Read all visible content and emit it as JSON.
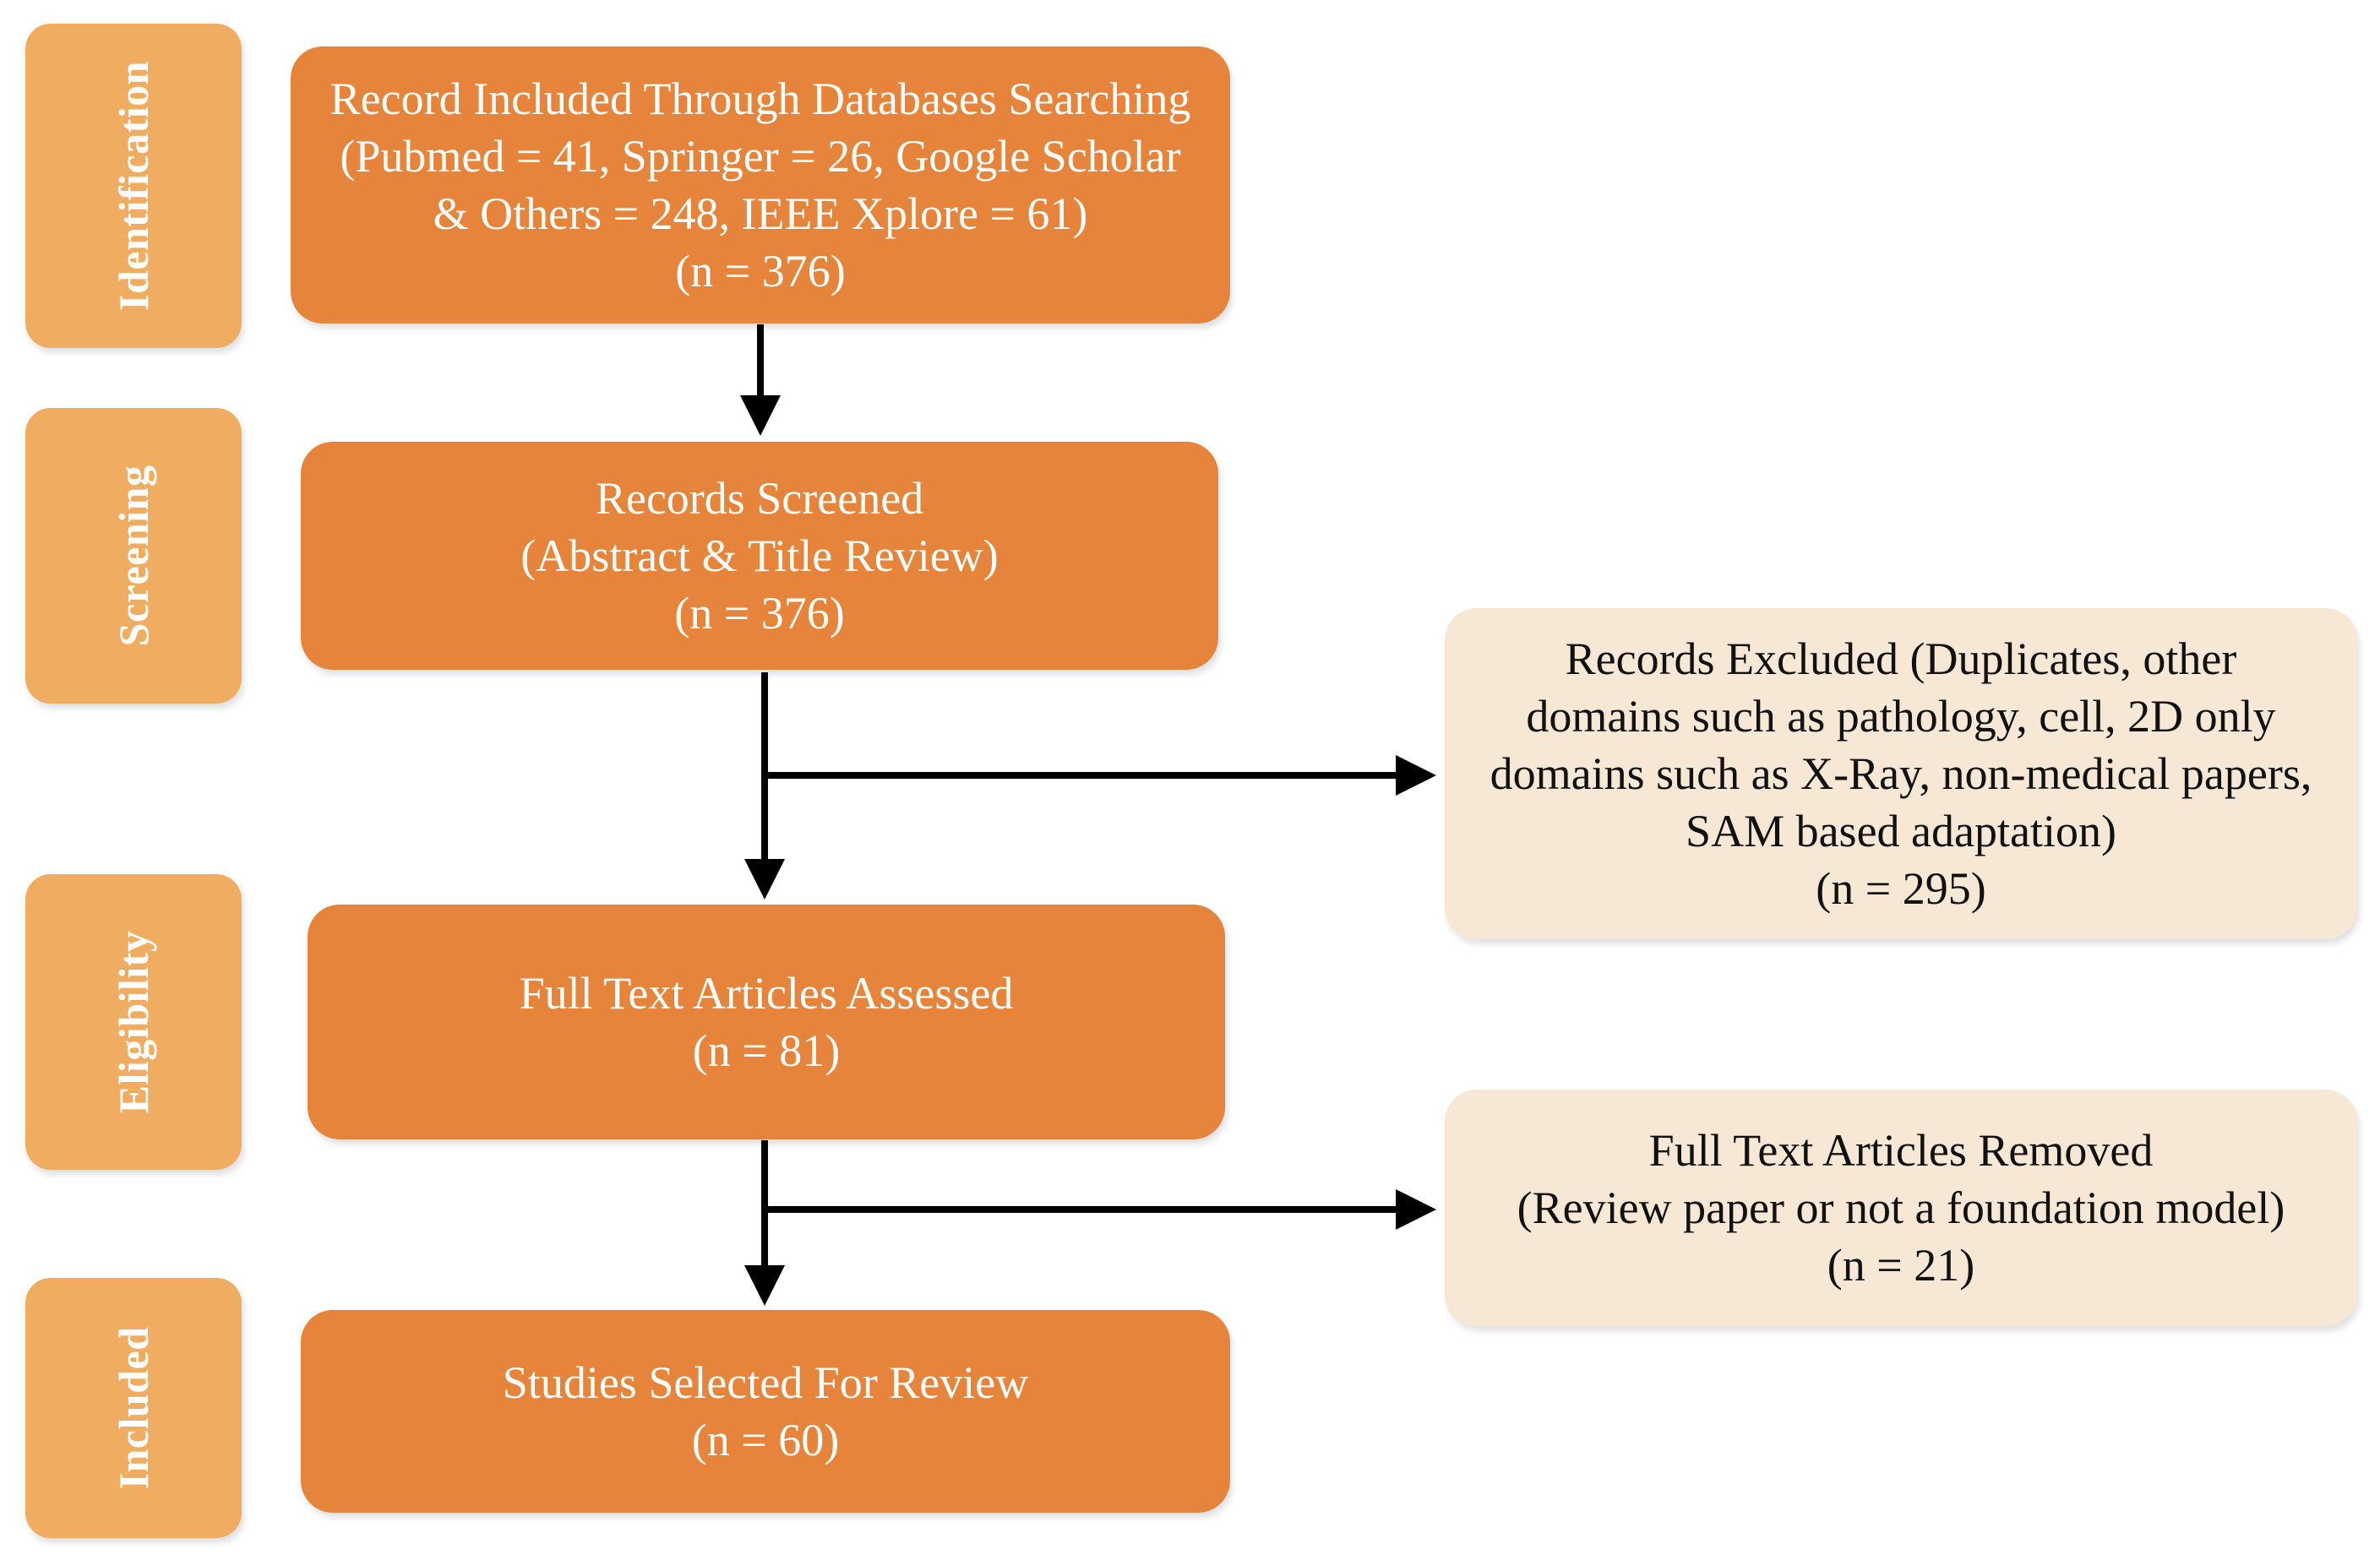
{
  "stages": [
    {
      "key": "identification",
      "label": "Identification"
    },
    {
      "key": "screening",
      "label": "Screening"
    },
    {
      "key": "eligibility",
      "label": "Eligibility"
    },
    {
      "key": "included",
      "label": "Included"
    }
  ],
  "boxes": {
    "identification": {
      "lines": [
        "Record Included Through Databases Searching",
        "(Pubmed = 41, Springer = 26, Google Scholar",
        "& Others = 248, IEEE Xplore = 61)",
        "(n = 376)"
      ]
    },
    "screening": {
      "lines": [
        "Records Screened",
        "(Abstract & Title Review)",
        "(n = 376)"
      ]
    },
    "excluded": {
      "lines": [
        "Records Excluded (Duplicates, other",
        "domains such as pathology, cell, 2D only",
        "domains such as X-Ray, non-medical papers,",
        "SAM based adaptation)",
        "(n = 295)"
      ]
    },
    "eligibility": {
      "lines": [
        "Full Text Articles Assessed",
        "(n = 81)"
      ]
    },
    "removed": {
      "lines": [
        "Full Text Articles Removed",
        "(Review paper or not a foundation model)",
        "(n = 21)"
      ]
    },
    "included": {
      "lines": [
        "Studies Selected For Review",
        "(n = 60)"
      ]
    }
  },
  "colors": {
    "stage_label": "#f0ad62",
    "main_box": "#e5843a",
    "side_box": "#f7e8d6",
    "arrow": "#000000"
  }
}
